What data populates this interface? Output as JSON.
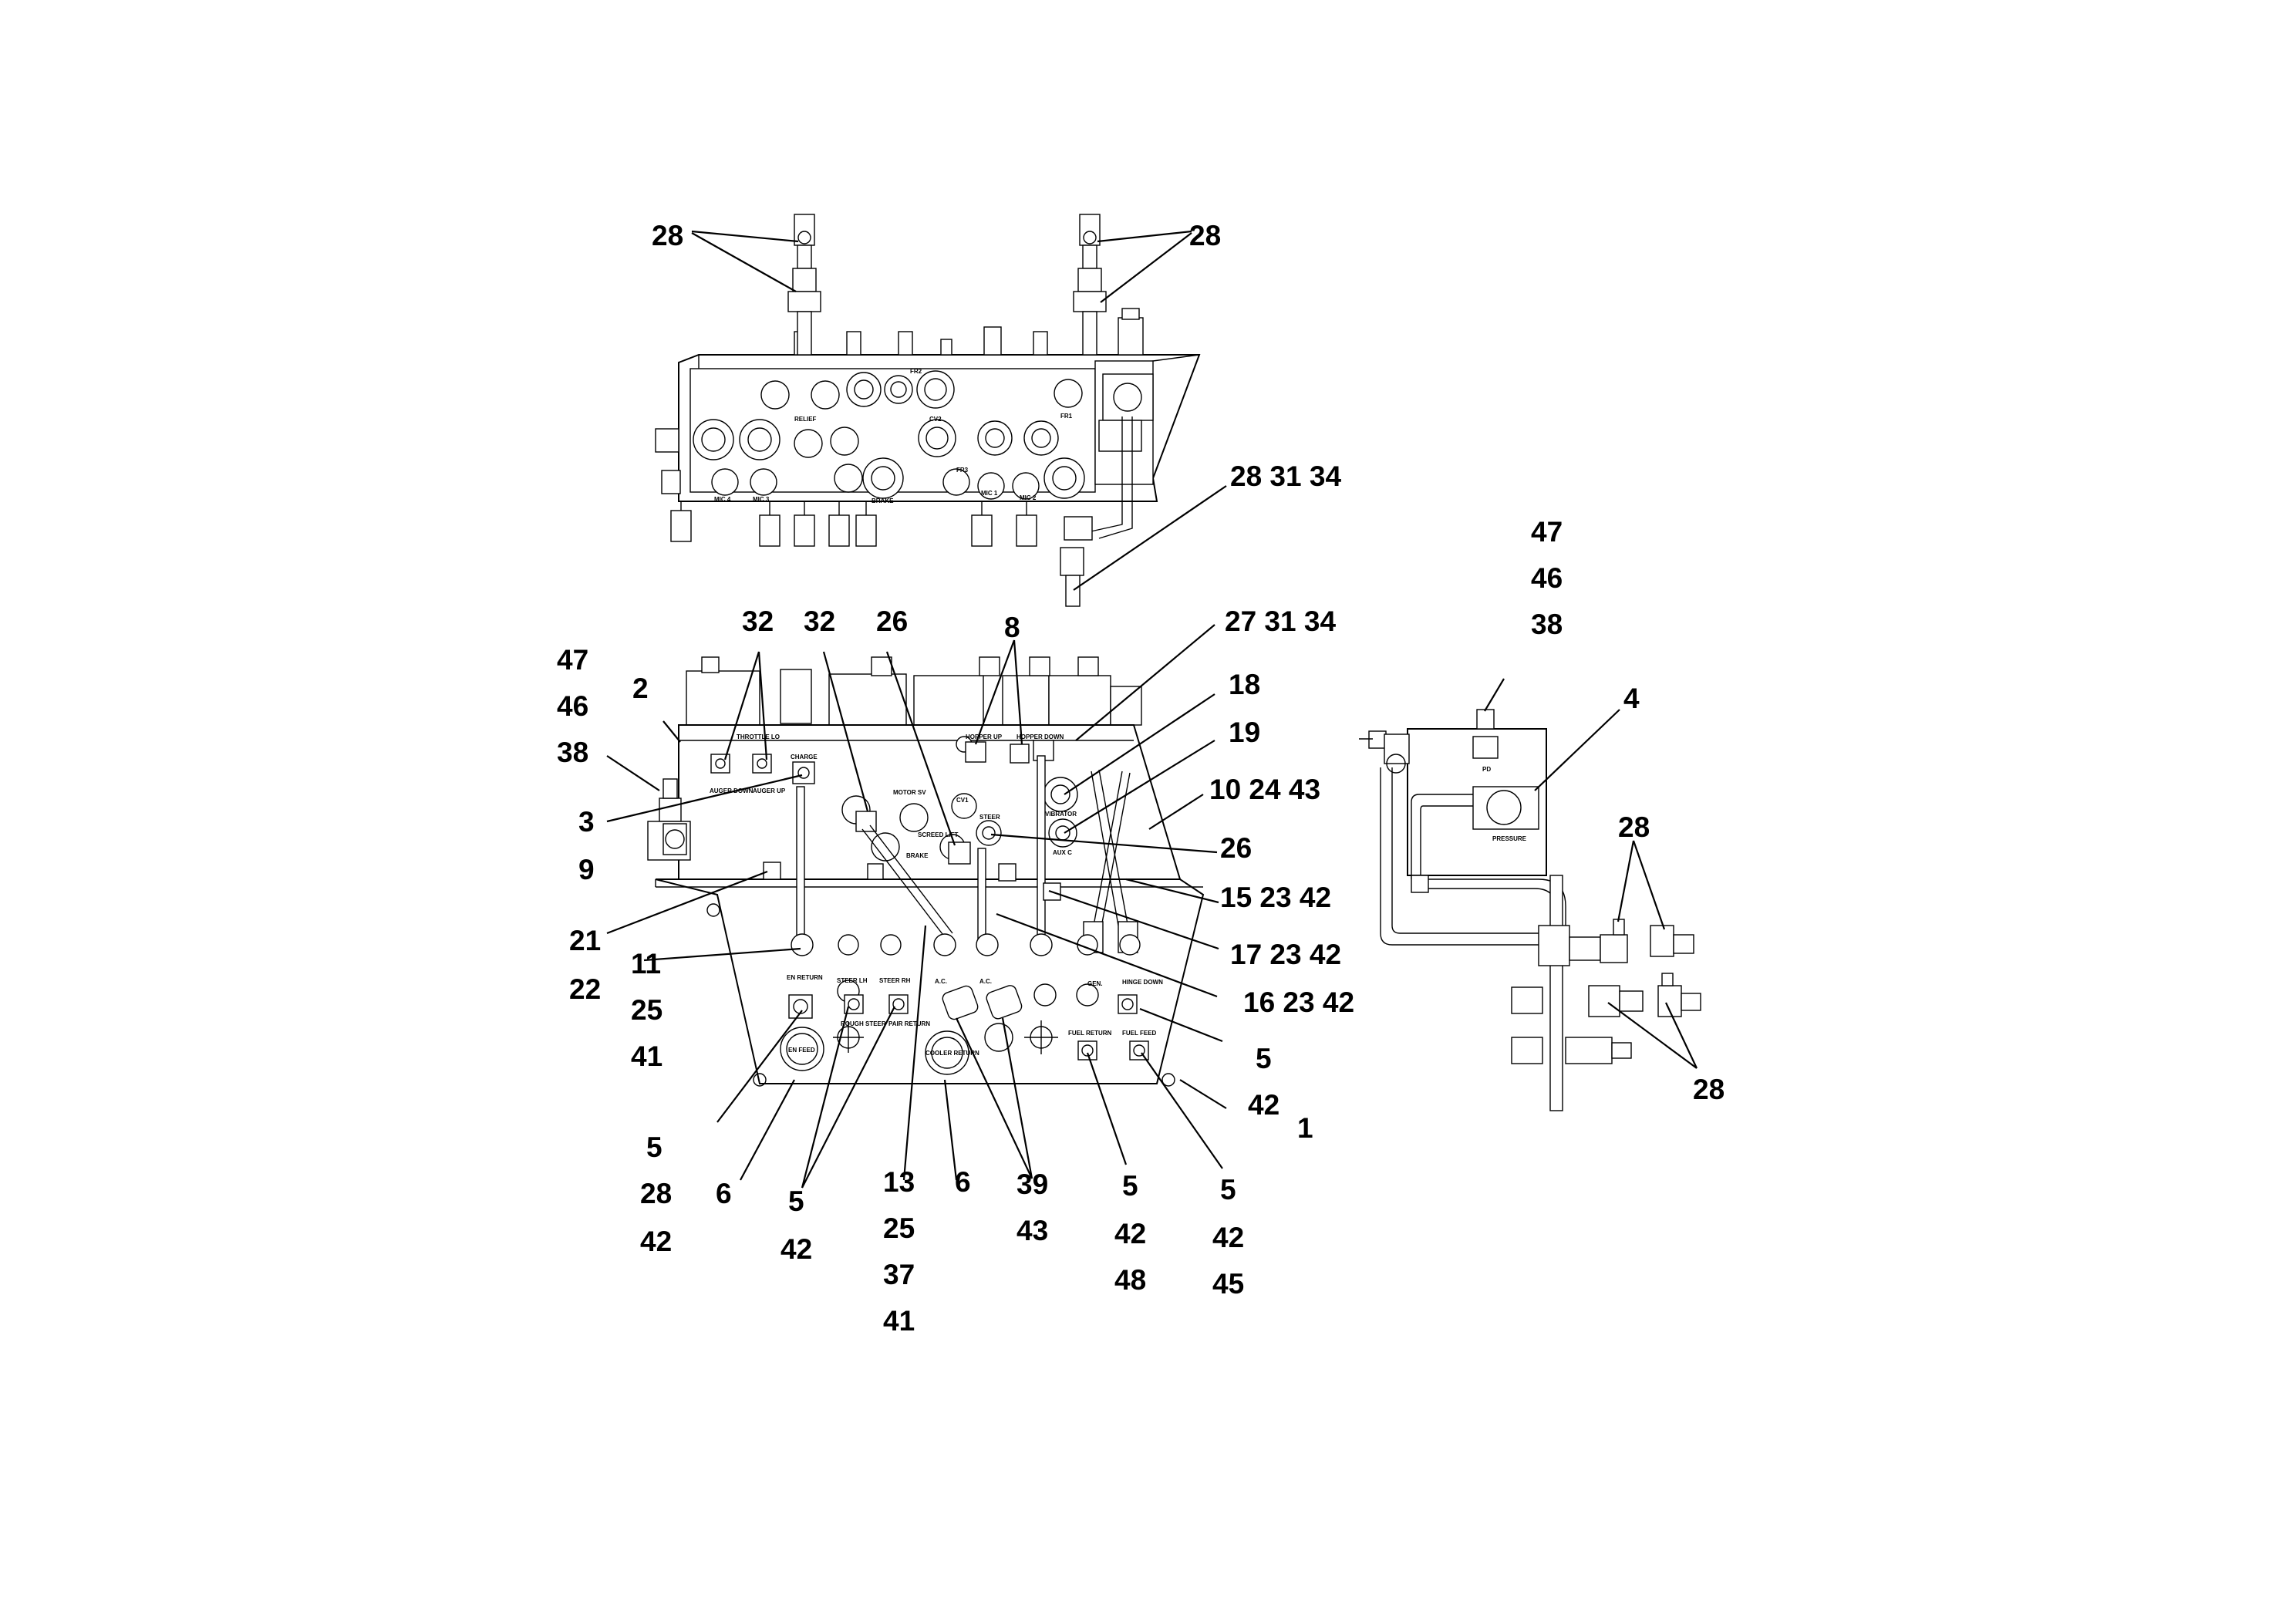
{
  "diagram": {
    "callouts": {
      "c28_top_left": "28",
      "c28_top_right": "28",
      "c28_31_34_top": "28 31 34",
      "c47_right": "47",
      "c46_right": "46",
      "c38_right": "38",
      "c32_a": "32",
      "c32_b": "32",
      "c26_top": "26",
      "c8": "8",
      "c27_31_34": "27 31 34",
      "c18": "18",
      "c19": "19",
      "c10_24_43": "10 24 43",
      "c26_right": "26",
      "c15_23_42": "15 23 42",
      "c17_23_42": "17 23 42",
      "c16_23_42": "16 23 42",
      "c47_left": "47",
      "c46_left": "46",
      "c2": "2",
      "c38_left": "38",
      "c3": "3",
      "c9": "9",
      "c21": "21",
      "c22": "22",
      "c11": "11",
      "c25_a": "25",
      "c41_a": "41",
      "c5_a": "5",
      "c28_b": "28",
      "c42_a": "42",
      "c6_a": "6",
      "c5_b": "5",
      "c42_b": "42",
      "c13": "13",
      "c25_b": "25",
      "c37": "37",
      "c41_b": "41",
      "c6_b": "6",
      "c39": "39",
      "c43": "43",
      "c5_c": "5",
      "c42_c": "42",
      "c48": "48",
      "c5_d": "5",
      "c42_d": "42",
      "c45": "45",
      "c5_e": "5",
      "c42_e": "42",
      "c1": "1",
      "c4": "4",
      "c28_right_top": "28",
      "c28_right_bottom": "28"
    },
    "part_labels": {
      "relief": "RELIEF",
      "fr2": "FR2",
      "fr1": "FR1",
      "cv2": "CV2",
      "fr3": "FR3",
      "brake_top": "BRAKE",
      "mic4": "MIC 4",
      "mic3": "MIC 3",
      "mic1": "MIC 1",
      "mic2": "MIC 2",
      "throttle": "THROTTLE LO",
      "auger_down": "AUGER DOWN",
      "auger_up": "AUGER UP",
      "charge": "CHARGE",
      "motor_sv": "MOTOR SV",
      "screed_lift": "SCREED LIFT",
      "brake": "BRAKE",
      "hopper_up": "HOPPER UP",
      "hopper_down": "HOPPER DOWN",
      "cv1": "CV1",
      "steer": "STEER",
      "vibrator": "VIBRATOR",
      "auxc": "AUX C",
      "en_return": "EN RETURN",
      "steer_lh": "STEER LH",
      "steer_rh": "STEER RH",
      "rougher_steer": "ROUGH STEER",
      "pair_return": "PAIR RETURN",
      "ac1": "A.C.",
      "ac2": "A.C.",
      "gen": "GEN.",
      "hinge_down": "HINGE DOWN",
      "fuel_return": "FUEL RETURN",
      "fuel_feed": "FUEL FEED",
      "en_feed": "EN FEED",
      "cooler_return": "COOLER RETURN",
      "pd": "PD",
      "pressure": "PRESSURE"
    }
  }
}
